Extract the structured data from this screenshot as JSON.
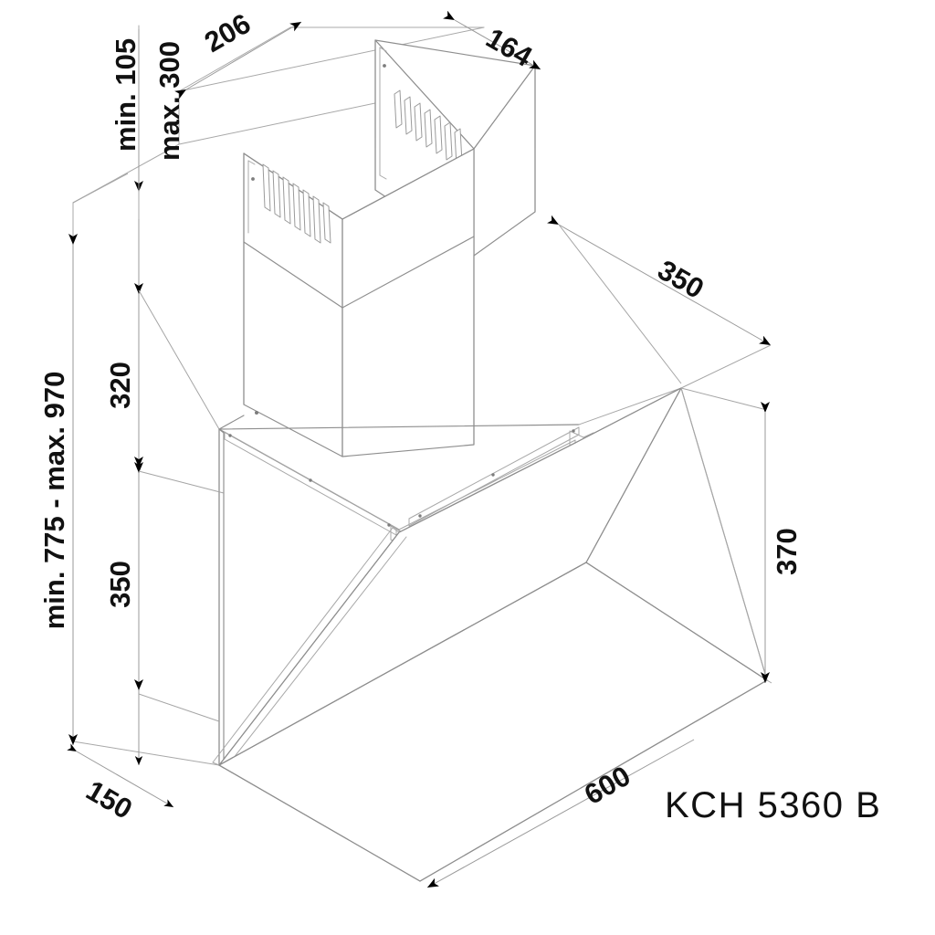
{
  "drawing": {
    "kind": "isometric-technical-drawing",
    "subject": "wall-mounted angled cooker hood",
    "model_label": "KCH 5360 B",
    "background_color": "#ffffff",
    "line_color": "#8e8e8e",
    "text_color": "#111111",
    "units_note": "mm"
  },
  "dimensions": {
    "chimney_height_min": "min. 105",
    "chimney_height_max": "max. 300",
    "chimney_top_depth": "206",
    "chimney_top_width": "164",
    "total_height_range": "min. 775 - max. 970",
    "chimney_section": "320",
    "body_section": "350",
    "wall_offset": "150",
    "hood_depth": "350",
    "front_panel_height": "370",
    "hood_width": "600"
  },
  "labels": [
    {
      "id": "min-105",
      "text": "min. 105",
      "role": "vertical-dimension"
    },
    {
      "id": "max-300",
      "text": "max. 300",
      "role": "vertical-dimension"
    },
    {
      "id": "d-206",
      "text": "206",
      "role": "depth-dimension"
    },
    {
      "id": "d-164",
      "text": "164",
      "role": "width-dimension"
    },
    {
      "id": "d-350r",
      "text": "350",
      "role": "depth-dimension"
    },
    {
      "id": "d-370",
      "text": "370",
      "role": "vertical-dimension"
    },
    {
      "id": "total-h",
      "text": "min. 775 - max. 970",
      "role": "overall-height"
    },
    {
      "id": "d-320",
      "text": "320",
      "role": "vertical-dimension"
    },
    {
      "id": "d-350l",
      "text": "350",
      "role": "vertical-dimension"
    },
    {
      "id": "d-150",
      "text": "150",
      "role": "offset-dimension"
    },
    {
      "id": "d-600",
      "text": "600",
      "role": "width-dimension"
    },
    {
      "id": "model",
      "text": "KCH 5360 B",
      "role": "model-name"
    }
  ]
}
